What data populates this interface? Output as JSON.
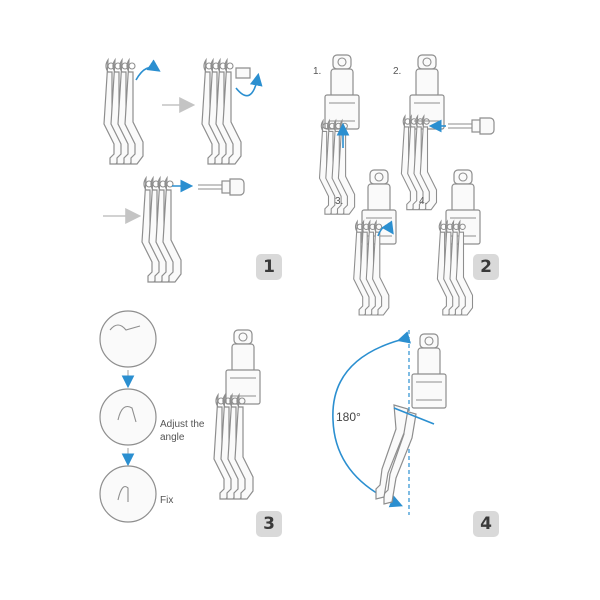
{
  "steps": [
    {
      "number": "1"
    },
    {
      "number": "2",
      "sub_labels": [
        "1.",
        "2.",
        "3.",
        "4."
      ]
    },
    {
      "number": "3",
      "notes": [
        "Adjust the\nangle",
        "Fix"
      ]
    },
    {
      "number": "4",
      "angle_label": "180°"
    }
  ],
  "colors": {
    "accent": "#2b8fd0",
    "part_stroke": "#8e8e8e",
    "badge_bg": "#d9d9d9",
    "flow_arrow": "#c4c4c4"
  }
}
